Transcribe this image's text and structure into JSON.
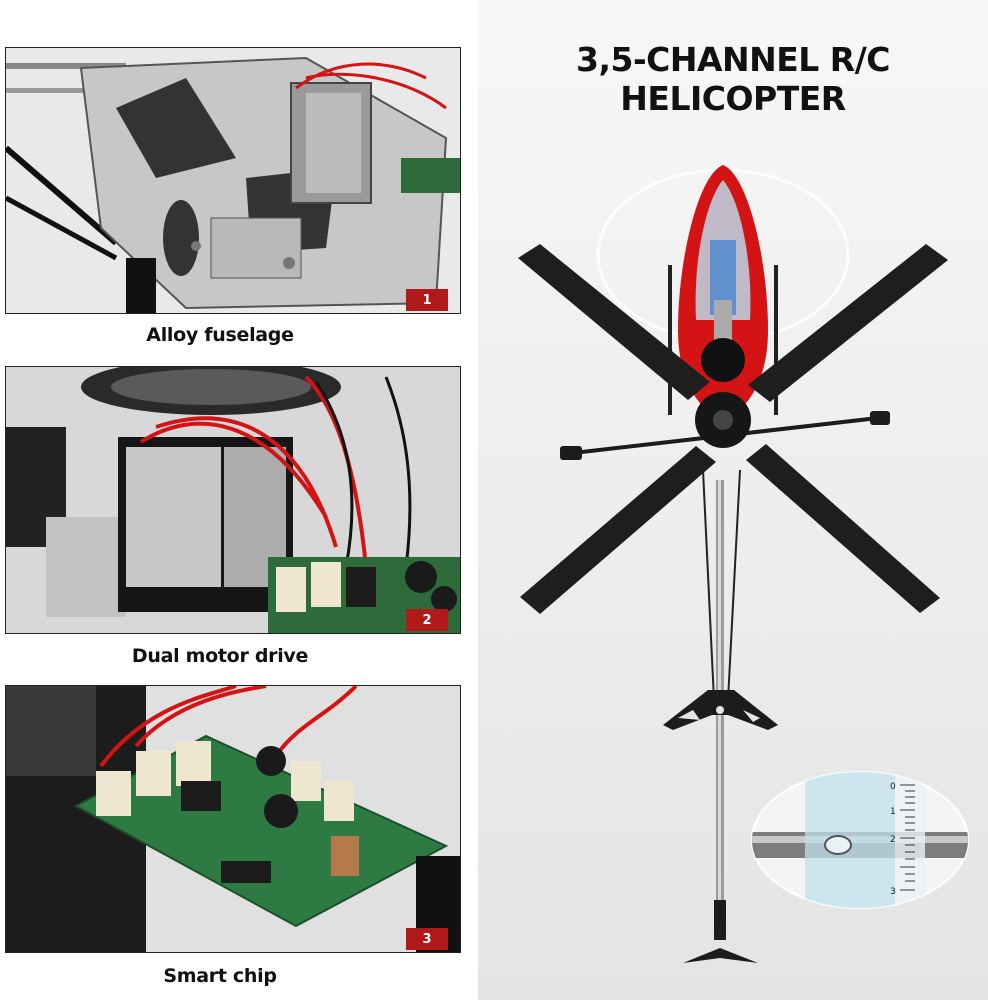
{
  "header": {
    "title": "3,5-CHANNEL R/C HELICOPTER"
  },
  "panels": [
    {
      "caption": "Alloy fuselage",
      "badge": "1"
    },
    {
      "caption": "Dual motor drive",
      "badge": "2"
    },
    {
      "caption": "Smart chip",
      "badge": "3"
    }
  ],
  "ruler": {
    "marks": [
      "0",
      "1",
      "2",
      "3"
    ]
  },
  "colors": {
    "accent_red": "#d41414",
    "badge_red": "#b11a1a",
    "blade_black": "#1e1e1e"
  }
}
